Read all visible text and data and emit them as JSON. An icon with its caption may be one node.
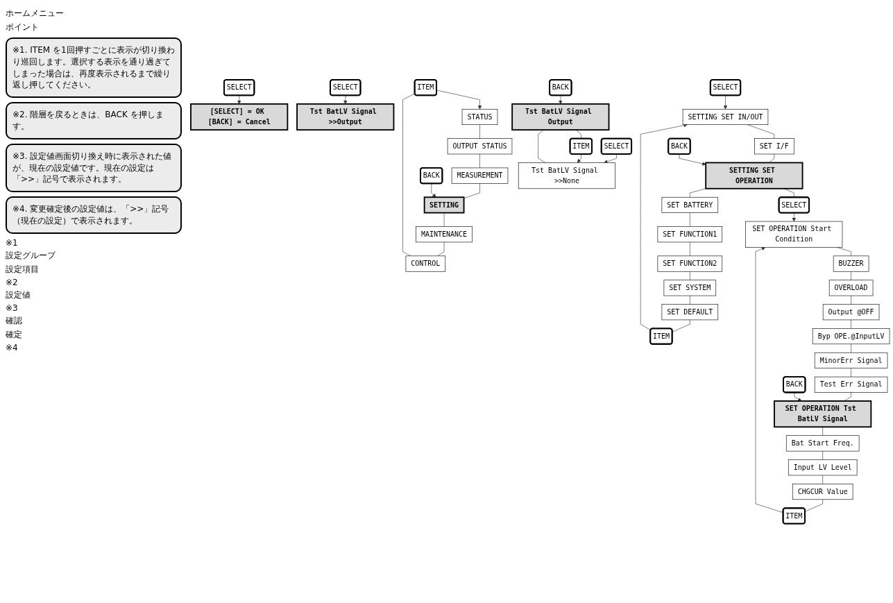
{
  "diagram": {
    "nodes": [
      {
        "text": [
          "ITEM"
        ]
      },
      {
        "text": [
          "STATUS"
        ]
      },
      {
        "text": [
          "OUTPUT STATUS"
        ]
      },
      {
        "text": [
          "MEASUREMENT"
        ]
      },
      {
        "text": [
          "SETTING"
        ]
      },
      {
        "text": [
          "MAINTENANCE"
        ]
      },
      {
        "text": [
          "CONTROL"
        ]
      },
      {
        "text": [
          "SELECT"
        ]
      },
      {
        "text": [
          "BACK"
        ]
      },
      {
        "text": [
          "ITEM"
        ]
      },
      {
        "text": [
          "SETTING SET IN/OUT"
        ]
      },
      {
        "text": [
          "SET I/F"
        ]
      },
      {
        "text": [
          "SETTING SET OPERATION"
        ]
      },
      {
        "text": [
          "SET BATTERY"
        ]
      },
      {
        "text": [
          "SET FUNCTION1"
        ]
      },
      {
        "text": [
          "SET FUNCTION2"
        ]
      },
      {
        "text": [
          "SET SYSTEM"
        ]
      },
      {
        "text": [
          "SET DEFAULT"
        ]
      },
      {
        "text": [
          "SELECT"
        ]
      },
      {
        "text": [
          "BACK"
        ]
      },
      {
        "text": [
          "ITEM"
        ]
      },
      {
        "text": [
          "SET OPERATION Start Condition"
        ]
      },
      {
        "text": [
          "BUZZER"
        ]
      },
      {
        "text": [
          "OVERLOAD"
        ]
      },
      {
        "text": [
          "Output @OFF"
        ]
      },
      {
        "text": [
          "Byp OPE.@InputLV"
        ]
      },
      {
        "text": [
          "MinorErr Signal"
        ]
      },
      {
        "text": [
          "Test Err Signal"
        ]
      },
      {
        "text": [
          "SET OPERATION Tst BatLV Signal"
        ]
      },
      {
        "text": [
          "Bat Start Freq."
        ]
      },
      {
        "text": [
          "Input LV Level"
        ]
      },
      {
        "text": [
          "CHGCUR Value"
        ]
      },
      {
        "text": [
          "SELECT"
        ]
      },
      {
        "text": [
          "BACK"
        ]
      },
      {
        "text": [
          "ITEM"
        ]
      },
      {
        "text": [
          "Tst BatLV Signal >>None"
        ]
      },
      {
        "text": [
          "Tst BatLV Signal Output"
        ]
      },
      {
        "text": [
          "SELECT"
        ]
      },
      {
        "text": [
          "BACK"
        ]
      },
      {
        "text": [
          "[SELECT] = OK [BACK] = Cancel"
        ]
      },
      {
        "text": [
          "SELECT"
        ]
      },
      {
        "text": [
          "Tst BatLV Signal >>Output"
        ]
      }
    ],
    "edges": [
      {
        "from": 0,
        "to": 1,
        "arrow": "to"
      },
      {
        "from": 1,
        "to": 2,
        "arrow": "none"
      },
      {
        "from": 2,
        "to": 3,
        "arrow": "none"
      },
      {
        "from": 3,
        "to": 4,
        "arrow": "none"
      },
      {
        "from": 4,
        "to": 5,
        "arrow": "none"
      },
      {
        "from": 5,
        "to": 6,
        "arrow": "none"
      },
      {
        "from": 6,
        "to": 0,
        "arrow": "none"
      },
      {
        "from": 7,
        "to": 10,
        "arrow": "to"
      },
      {
        "from": 8,
        "to": 4,
        "arrow": "to"
      },
      {
        "from": 9,
        "to": 10,
        "arrow": "to"
      },
      {
        "from": 10,
        "to": 11,
        "arrow": "none"
      },
      {
        "from": 11,
        "to": 12,
        "arrow": "none"
      },
      {
        "from": 12,
        "to": 13,
        "arrow": "none"
      },
      {
        "from": 13,
        "to": 14,
        "arrow": "none"
      },
      {
        "from": 14,
        "to": 15,
        "arrow": "none"
      },
      {
        "from": 15,
        "to": 16,
        "arrow": "none"
      },
      {
        "from": 16,
        "to": 17,
        "arrow": "none"
      },
      {
        "from": 17,
        "to": 9,
        "arrow": "none"
      },
      {
        "from": 12,
        "to": 18,
        "arrow": "none"
      },
      {
        "from": 18,
        "to": 21,
        "arrow": "to"
      },
      {
        "from": 19,
        "to": 12,
        "arrow": "to"
      },
      {
        "from": 20,
        "to": 21,
        "arrow": "to"
      },
      {
        "from": 21,
        "to": 22,
        "arrow": "none"
      },
      {
        "from": 22,
        "to": 23,
        "arrow": "none"
      },
      {
        "from": 23,
        "to": 24,
        "arrow": "none"
      },
      {
        "from": 24,
        "to": 25,
        "arrow": "none"
      },
      {
        "from": 25,
        "to": 26,
        "arrow": "none"
      },
      {
        "from": 26,
        "to": 27,
        "arrow": "none"
      },
      {
        "from": 27,
        "to": 28,
        "arrow": "none"
      },
      {
        "from": 28,
        "to": 29,
        "arrow": "none"
      },
      {
        "from": 29,
        "to": 30,
        "arrow": "none"
      },
      {
        "from": 30,
        "to": 31,
        "arrow": "none"
      },
      {
        "from": 31,
        "to": 20,
        "arrow": "none"
      },
      {
        "from": 32,
        "to": 35,
        "arrow": "to"
      },
      {
        "from": 33,
        "to": 28,
        "arrow": "to"
      },
      {
        "from": 34,
        "to": 35,
        "arrow": "to"
      },
      {
        "from": 35,
        "to": 36,
        "arrow": "none"
      },
      {
        "from": 36,
        "to": 34,
        "arrow": "none"
      },
      {
        "from": 37,
        "to": 39,
        "arrow": "to"
      },
      {
        "from": 38,
        "to": 36,
        "arrow": "to"
      },
      {
        "from": 40,
        "to": 41,
        "arrow": "to"
      }
    ],
    "labels": [
      "ホームメニュー",
      "ポイント",
      "※1. ITEM を1回押すごとに表示が切り換わり巡回します。選択する表示を通り過ぎてしまった場合は、再度表示されるまで繰り返し押してください。",
      "※2. 階層を戻るときは、BACK を押します。",
      "※3. 設定値画面切り換え時に表示された値が、現在の設定値です。現在の設定は「>>」記号で表示されます。",
      "※4. 変更確定後の設定値は、「>>」記号（現在の設定）で表示されます。",
      "※1",
      "設定グループ",
      "設定項目",
      "※2",
      "設定値",
      "※3",
      "確認",
      "確定",
      "※4"
    ]
  }
}
